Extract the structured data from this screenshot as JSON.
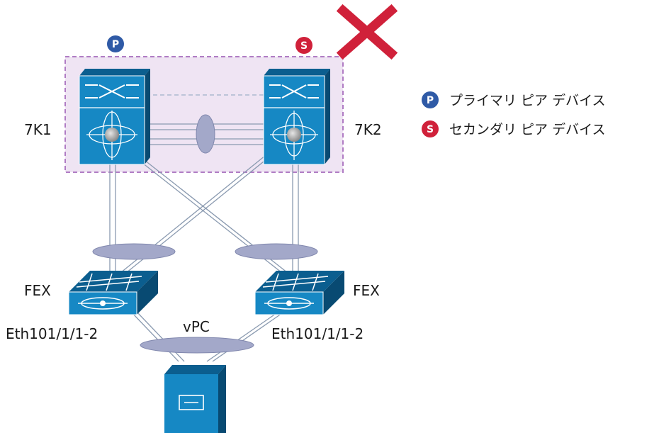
{
  "diagram": {
    "badges": {
      "primary": "P",
      "secondary": "S"
    },
    "switches": {
      "left_name": "7K1",
      "right_name": "7K2"
    },
    "fex": {
      "left_label": "FEX",
      "right_label": "FEX"
    },
    "ports": {
      "left": "Eth101/1/1-2",
      "right": "Eth101/1/1-2"
    },
    "vpc_label": "vPC",
    "failed_marker": "failure-x-icon"
  },
  "legend": {
    "items": [
      {
        "badge": "P",
        "text": "プライマリ ピア デバイス",
        "color": "#2f5aa6"
      },
      {
        "badge": "S",
        "text": "セカンダリ ピア デバイス",
        "color": "#d0213a"
      }
    ]
  },
  "colors": {
    "device_blue": "#1688c4",
    "device_dark": "#0b5e8f",
    "peer_domain_fill": "#efe4f3",
    "peer_domain_border": "#b07cc4",
    "port_channel": "#a3a8c9",
    "failure_red": "#d0213a",
    "primary_blue": "#2f5aa6"
  }
}
